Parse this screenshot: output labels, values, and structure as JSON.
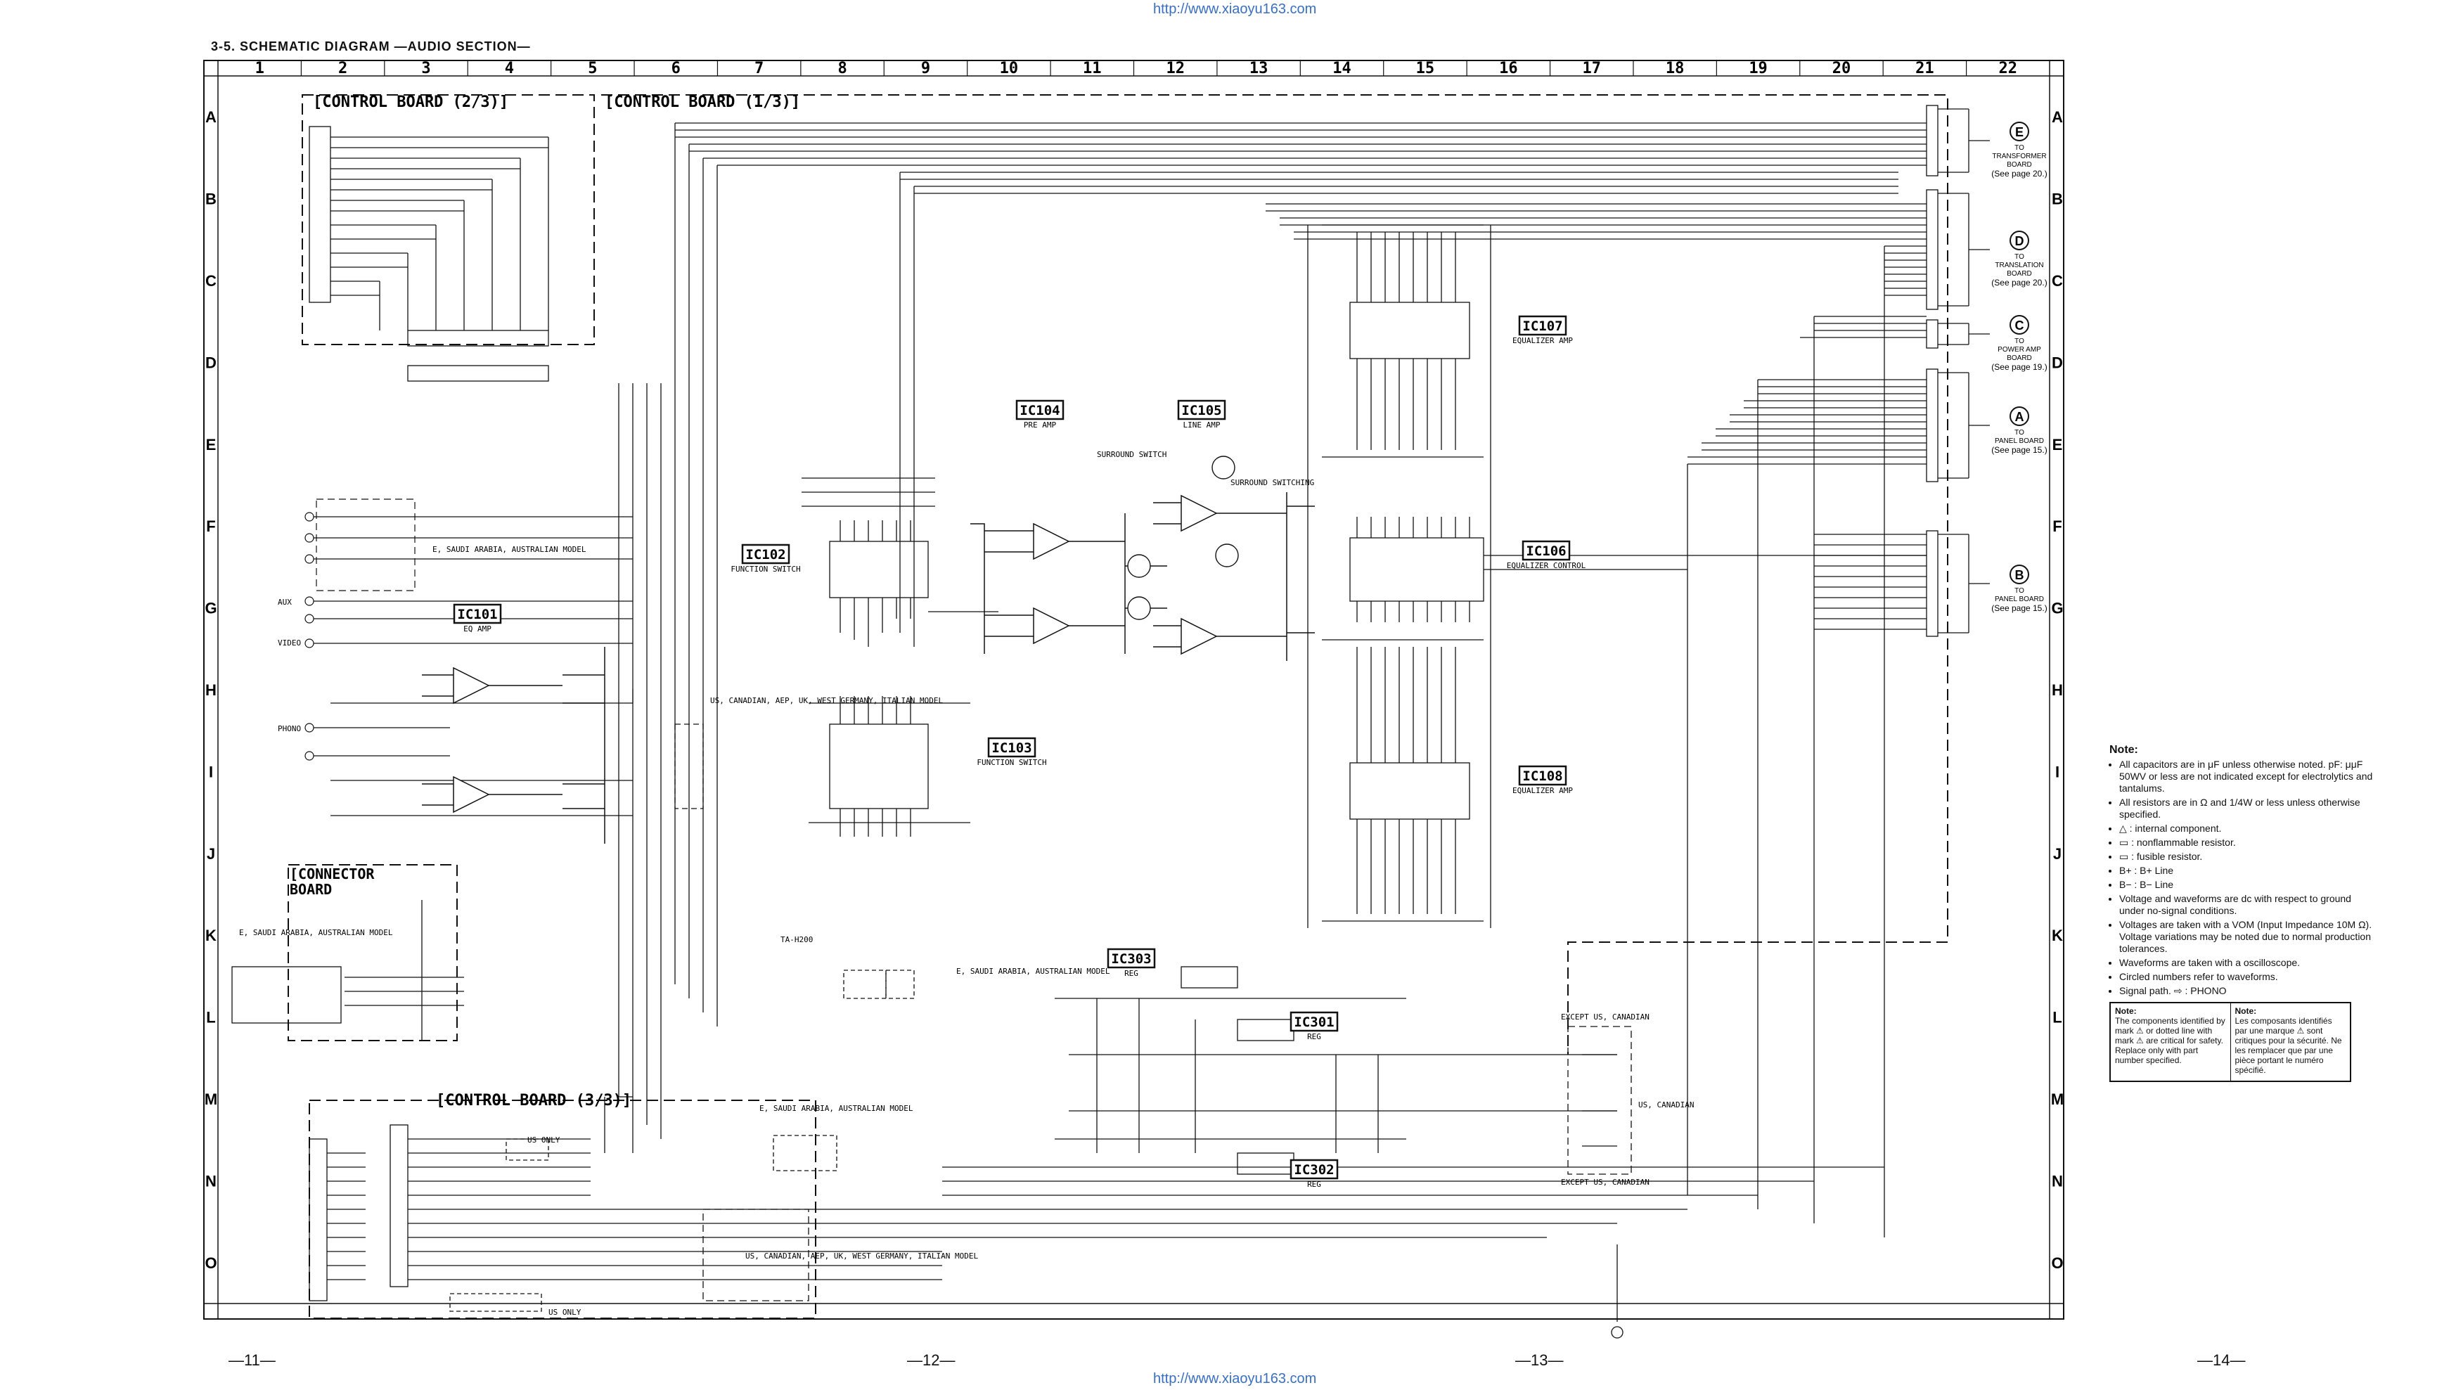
{
  "header": {
    "url": "http://www.xiaoyu163.com",
    "title": "3-5.  SCHEMATIC DIAGRAM —AUDIO SECTION—"
  },
  "grid": {
    "columns": [
      "1",
      "2",
      "3",
      "4",
      "5",
      "6",
      "7",
      "8",
      "9",
      "10",
      "11",
      "12",
      "13",
      "14",
      "15",
      "16",
      "17",
      "18",
      "19",
      "20",
      "21",
      "22"
    ],
    "rows": [
      "A",
      "B",
      "C",
      "D",
      "E",
      "F",
      "G",
      "H",
      "I",
      "J",
      "K",
      "L",
      "M",
      "N",
      "O"
    ]
  },
  "boards": {
    "control_2": "[CONTROL BOARD (2/3)]",
    "control_1": "[CONTROL BOARD (1/3)]",
    "control_3": "[CONTROL BOARD (3/3)]",
    "connector_line1": "[CONNECTOR",
    "connector_line2": "BOARD"
  },
  "ics": [
    {
      "id": "IC101",
      "name": "EQ AMP"
    },
    {
      "id": "IC102",
      "name": "FUNCTION SWITCH"
    },
    {
      "id": "IC103",
      "name": "FUNCTION SWITCH"
    },
    {
      "id": "IC104",
      "name": "PRE AMP"
    },
    {
      "id": "IC105",
      "name": "LINE AMP"
    },
    {
      "id": "IC106",
      "name": "EQUALIZER CONTROL"
    },
    {
      "id": "IC107",
      "name": "EQUALIZER AMP"
    },
    {
      "id": "IC108",
      "name": "EQUALIZER AMP"
    },
    {
      "id": "IC301",
      "name": "REG"
    },
    {
      "id": "IC302",
      "name": "REG"
    },
    {
      "id": "IC303",
      "name": "REG"
    }
  ],
  "connections": [
    {
      "letter": "E",
      "line1": "TO",
      "line2": "TRANSFORMER",
      "line3": "BOARD",
      "page": "(See page 20.)"
    },
    {
      "letter": "D",
      "line1": "TO",
      "line2": "TRANSLATION",
      "line3": "BOARD",
      "page": "(See page 20.)"
    },
    {
      "letter": "C",
      "line1": "TO",
      "line2": "POWER AMP",
      "line3": "BOARD",
      "page": "(See page 19.)"
    },
    {
      "letter": "A",
      "line1": "TO",
      "line2": "PANEL BOARD",
      "line3": "",
      "page": "(See page 15.)"
    },
    {
      "letter": "B",
      "line1": "TO",
      "line2": "PANEL BOARD",
      "line3": "",
      "page": "(See page 15.)"
    }
  ],
  "labels": {
    "surround_switch": "SURROUND SWITCH",
    "surround_switching": "SURROUND SWITCHING",
    "model_note": "E, SAUDI ARABIA, AUSTRALIAN MODEL",
    "us_models": "US, CANADIAN, AEP, UK, WEST GERMANY, ITALIAN MODEL",
    "except_us": "EXCEPT US, CANADIAN",
    "us_canadian": "US, CANADIAN",
    "us_only": "US ONLY",
    "ta_h200": "TA-H200",
    "phono": "PHONO",
    "aux": "AUX",
    "video": "VIDEO"
  },
  "notes": {
    "title": "Note:",
    "items": [
      "All capacitors are in μF unless otherwise noted. pF: μμF 50WV or less are not indicated except for electrolytics and tantalums.",
      "All resistors are in Ω and 1/4W or less unless otherwise specified.",
      "△ : internal component.",
      "▭ : nonflammable resistor.",
      "▭ : fusible resistor.",
      "B+ : B+ Line",
      "B− : B− Line",
      "Voltage and waveforms are dc with respect to ground under no-signal conditions.",
      "Voltages are taken with a VOM (Input Impedance 10M Ω). Voltage variations may be noted due to normal production tolerances.",
      "Waveforms are taken with a oscilloscope.",
      "Circled numbers refer to waveforms.",
      "Signal path. ⇨ : PHONO"
    ],
    "safety_en_title": "Note:",
    "safety_en": "The components identified by mark ⚠ or dotted line with mark ⚠ are critical for safety. Replace only with part number specified.",
    "safety_fr_title": "Note:",
    "safety_fr": "Les composants identifiés par une marque ⚠ sont critiques pour la sécurité. Ne les remplacer que par une pièce portant le numéro spécifié."
  },
  "footer": {
    "page_11": "—11—",
    "page_12": "—12—",
    "page_13": "—13—",
    "page_14": "—14—",
    "url": "http://www.xiaoyu163.com"
  }
}
